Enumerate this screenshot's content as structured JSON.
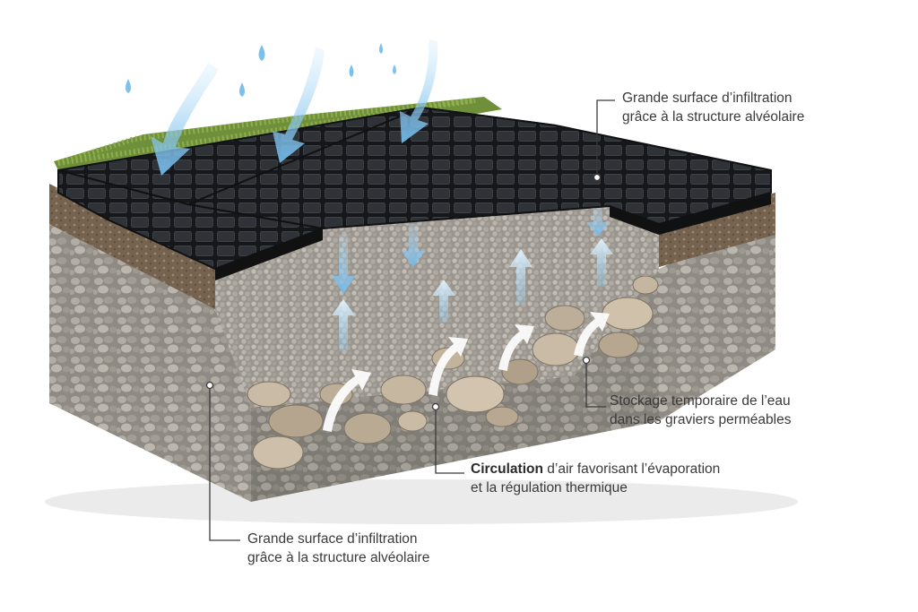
{
  "callouts": {
    "top_right": {
      "line1": "Grande surface d’infiltration",
      "line2": "grâce à la structure alvéolaire"
    },
    "storage": {
      "line1": "Stockage temporaire de l’eau",
      "line2": "dans les graviers perméables"
    },
    "circulation": {
      "bold": "Circulation",
      "line1_rest": " d’air favorisant l’évaporation",
      "line2": "et la régulation thermique"
    },
    "bottom_left": {
      "line1": "Grande surface d’infiltration",
      "line2": "grâce à la structure alvéolaire"
    }
  },
  "colors": {
    "water": "#6fb9ea",
    "water_light": "#cfeaff",
    "grid": "#26292c",
    "gravel": "#9b978f",
    "stone": "#b8a994",
    "soil": "#7a6a58",
    "grass": "#6f8f3a",
    "leader_line": "#3a3a3a"
  }
}
